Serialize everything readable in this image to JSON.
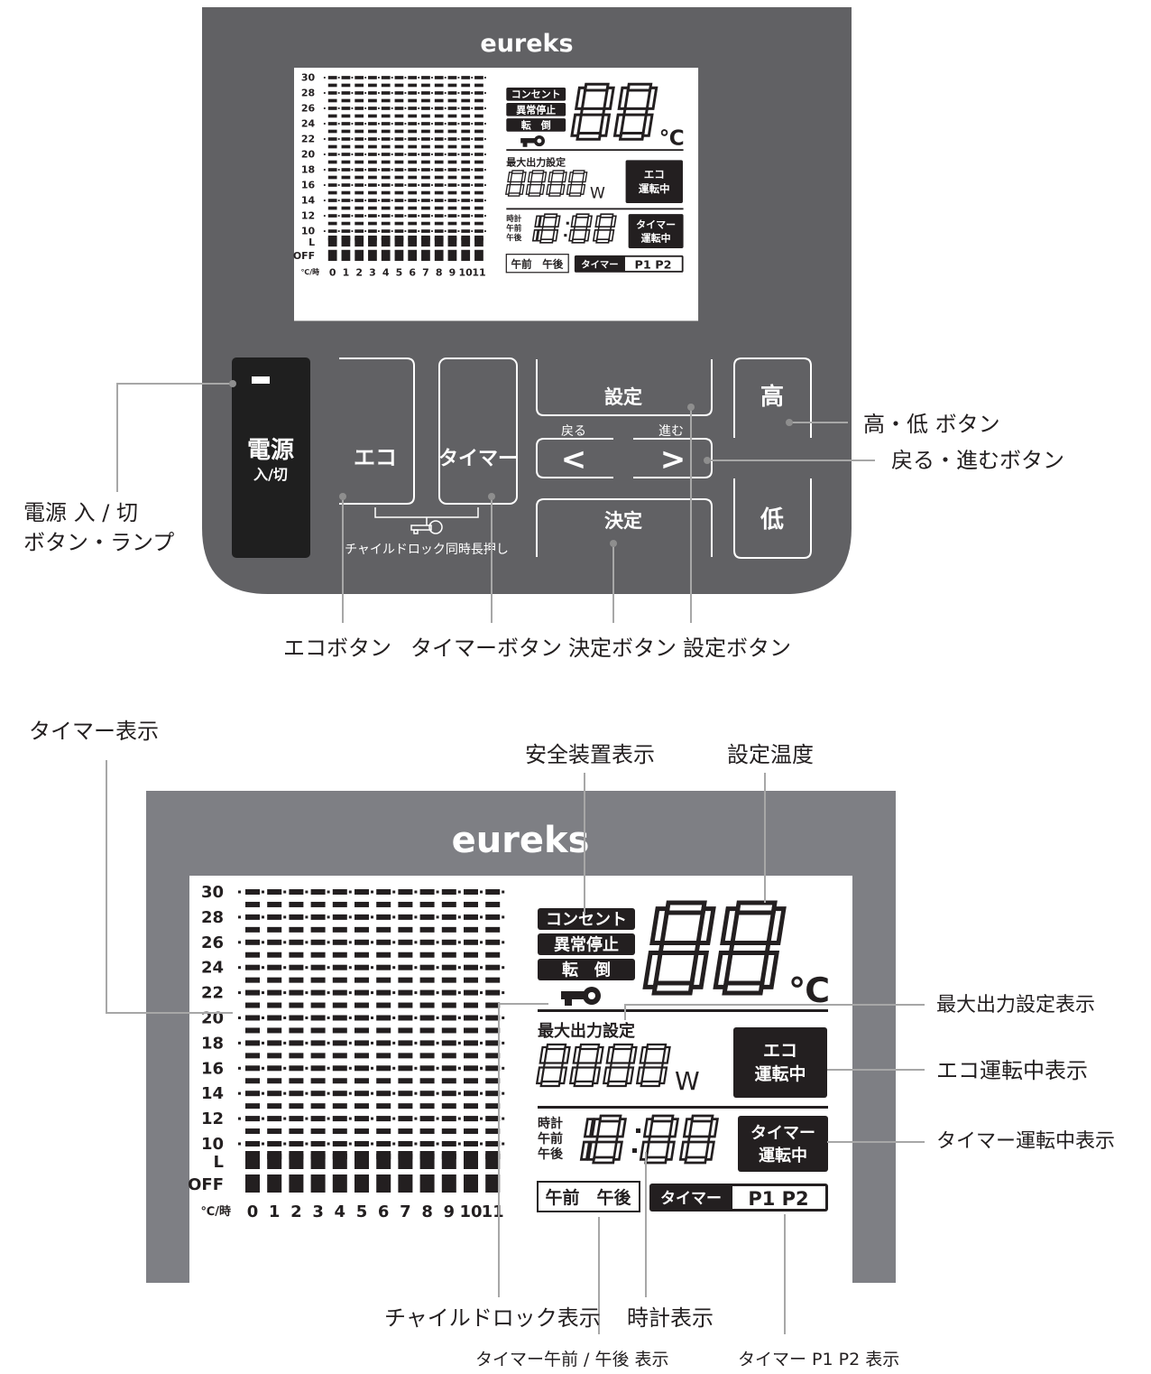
{
  "brand": "eureks",
  "colors": {
    "panel": "#616164",
    "lcd_frame": "#7e7f84",
    "lcd_bg": "#ffffff",
    "ink": "#231f20",
    "line": "#a7a7a7"
  },
  "lcd": {
    "y_ticks": [
      "30",
      "28",
      "26",
      "24",
      "22",
      "20",
      "18",
      "16",
      "14",
      "12",
      "10",
      "L",
      "OFF"
    ],
    "axis_unit": "℃/時",
    "x_ticks": [
      "0",
      "1",
      "2",
      "3",
      "4",
      "5",
      "6",
      "7",
      "8",
      "9",
      "10",
      "11"
    ],
    "safety": [
      "コンセント",
      "異常停止",
      "転　倒"
    ],
    "temp_digits": "88",
    "temp_unit": "℃",
    "max_output_label": "最大出力設定",
    "watt_digits": "8888",
    "watt_unit": "W",
    "eco_badge": [
      "エコ",
      "運転中"
    ],
    "clock_labels": [
      "時計",
      "午前",
      "午後"
    ],
    "clock_digits": "18:88",
    "timer_badge": [
      "タイマー",
      "運転中"
    ],
    "am_pm": "午前　午後",
    "timer_tag": "タイマー",
    "p1p2": "P1 P2",
    "key_icon": "key-icon"
  },
  "controls": {
    "power_title": "電源",
    "power_sub": "入/切",
    "eco": "エコ",
    "timer": "タイマー",
    "settings": "設定",
    "back": "戻る",
    "forward": "進む",
    "back_arrow": "<",
    "forward_arrow": ">",
    "confirm": "決定",
    "high": "高",
    "low": "低",
    "child_lock_hint": "チャイルドロック同時長押し"
  },
  "callouts_top": {
    "power_line1": "電源 入 / 切",
    "power_line2": "ボタン・ランプ",
    "eco": "エコボタン",
    "timer": "タイマーボタン",
    "confirm": "決定ボタン",
    "settings": "設定ボタン",
    "high_low": "高・低 ボタン",
    "back_forward": "戻る・進むボタン"
  },
  "callouts_bottom": {
    "timer_display": "タイマー表示",
    "safety": "安全装置表示",
    "set_temp": "設定温度",
    "max_output": "最大出力設定表示",
    "eco_running": "エコ運転中表示",
    "timer_running": "タイマー運転中表示",
    "child_lock": "チャイルドロック表示",
    "clock": "時計表示",
    "timer_ampm": "タイマー午前 / 午後 表示",
    "timer_p1p2": "タイマー P1 P2 表示"
  }
}
